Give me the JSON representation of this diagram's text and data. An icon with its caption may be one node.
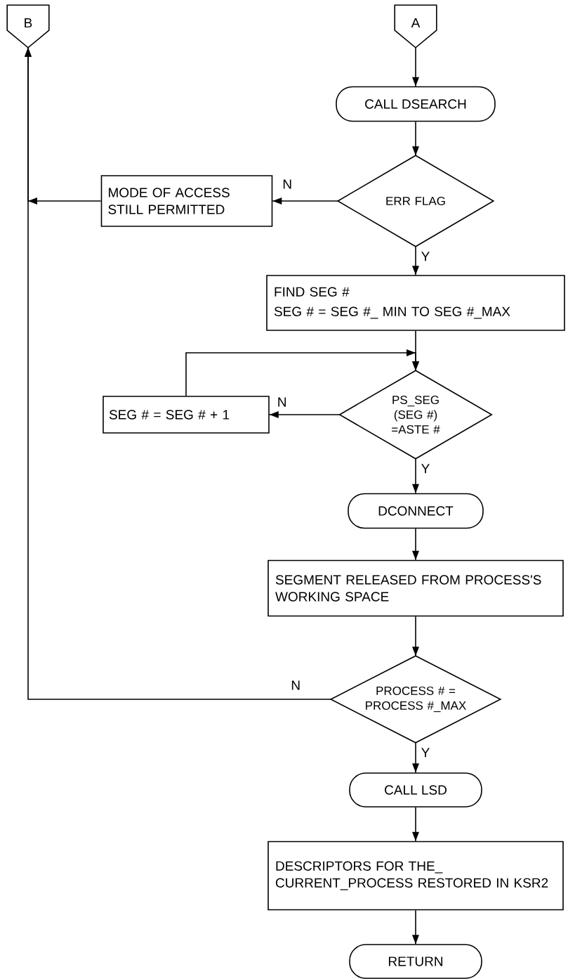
{
  "diagram": {
    "nodes": [
      {
        "text": [
          "B"
        ]
      },
      {
        "text": [
          "A"
        ]
      },
      {
        "text": [
          "CALL DSEARCH"
        ]
      },
      {
        "text": [
          "ERR FLAG"
        ]
      },
      {
        "text": [
          "MODE OF ACCESS STILL PERMITTED"
        ]
      },
      {
        "text": [
          "FIND SEG #",
          "SEG # = SEG #_ MIN TO SEG #_MAX"
        ]
      },
      {
        "text": [
          "PS_SEG (SEG #) =ASTE #"
        ]
      },
      {
        "text": [
          "SEG # = SEG # + 1"
        ]
      },
      {
        "text": [
          "DCONNECT"
        ]
      },
      {
        "text": [
          "SEGMENT RELEASED FROM PROCESS'S WORKING SPACE"
        ]
      },
      {
        "text": [
          "PROCESS # = PROCESS #_MAX"
        ]
      },
      {
        "text": [
          "CALL LSD"
        ]
      },
      {
        "text": [
          "DESCRIPTORS FOR THE_ CURRENT_PROCESS RESTORED IN KSR2"
        ]
      },
      {
        "text": [
          "RETURN"
        ]
      }
    ],
    "edges": [
      {
        "from": 1,
        "to": 2,
        "arrow": "to"
      },
      {
        "from": 2,
        "to": 3,
        "arrow": "to"
      },
      {
        "from": 3,
        "to": 4,
        "arrow": "to",
        "label": "N"
      },
      {
        "from": 4,
        "to": 0,
        "arrow": "to"
      },
      {
        "from": 3,
        "to": 5,
        "arrow": "to",
        "label": "Y"
      },
      {
        "from": 5,
        "to": 6,
        "arrow": "to"
      },
      {
        "from": 6,
        "to": 7,
        "arrow": "to",
        "label": "N"
      },
      {
        "from": 7,
        "to": 6,
        "arrow": "to"
      },
      {
        "from": 6,
        "to": 8,
        "arrow": "to",
        "label": "Y"
      },
      {
        "from": 8,
        "to": 9,
        "arrow": "to"
      },
      {
        "from": 9,
        "to": 10,
        "arrow": "to"
      },
      {
        "from": 10,
        "to": 0,
        "arrow": "to",
        "label": "N"
      },
      {
        "from": 10,
        "to": 11,
        "arrow": "to",
        "label": "Y"
      },
      {
        "from": 11,
        "to": 12,
        "arrow": "to"
      },
      {
        "from": 12,
        "to": 13,
        "arrow": "to"
      }
    ]
  }
}
